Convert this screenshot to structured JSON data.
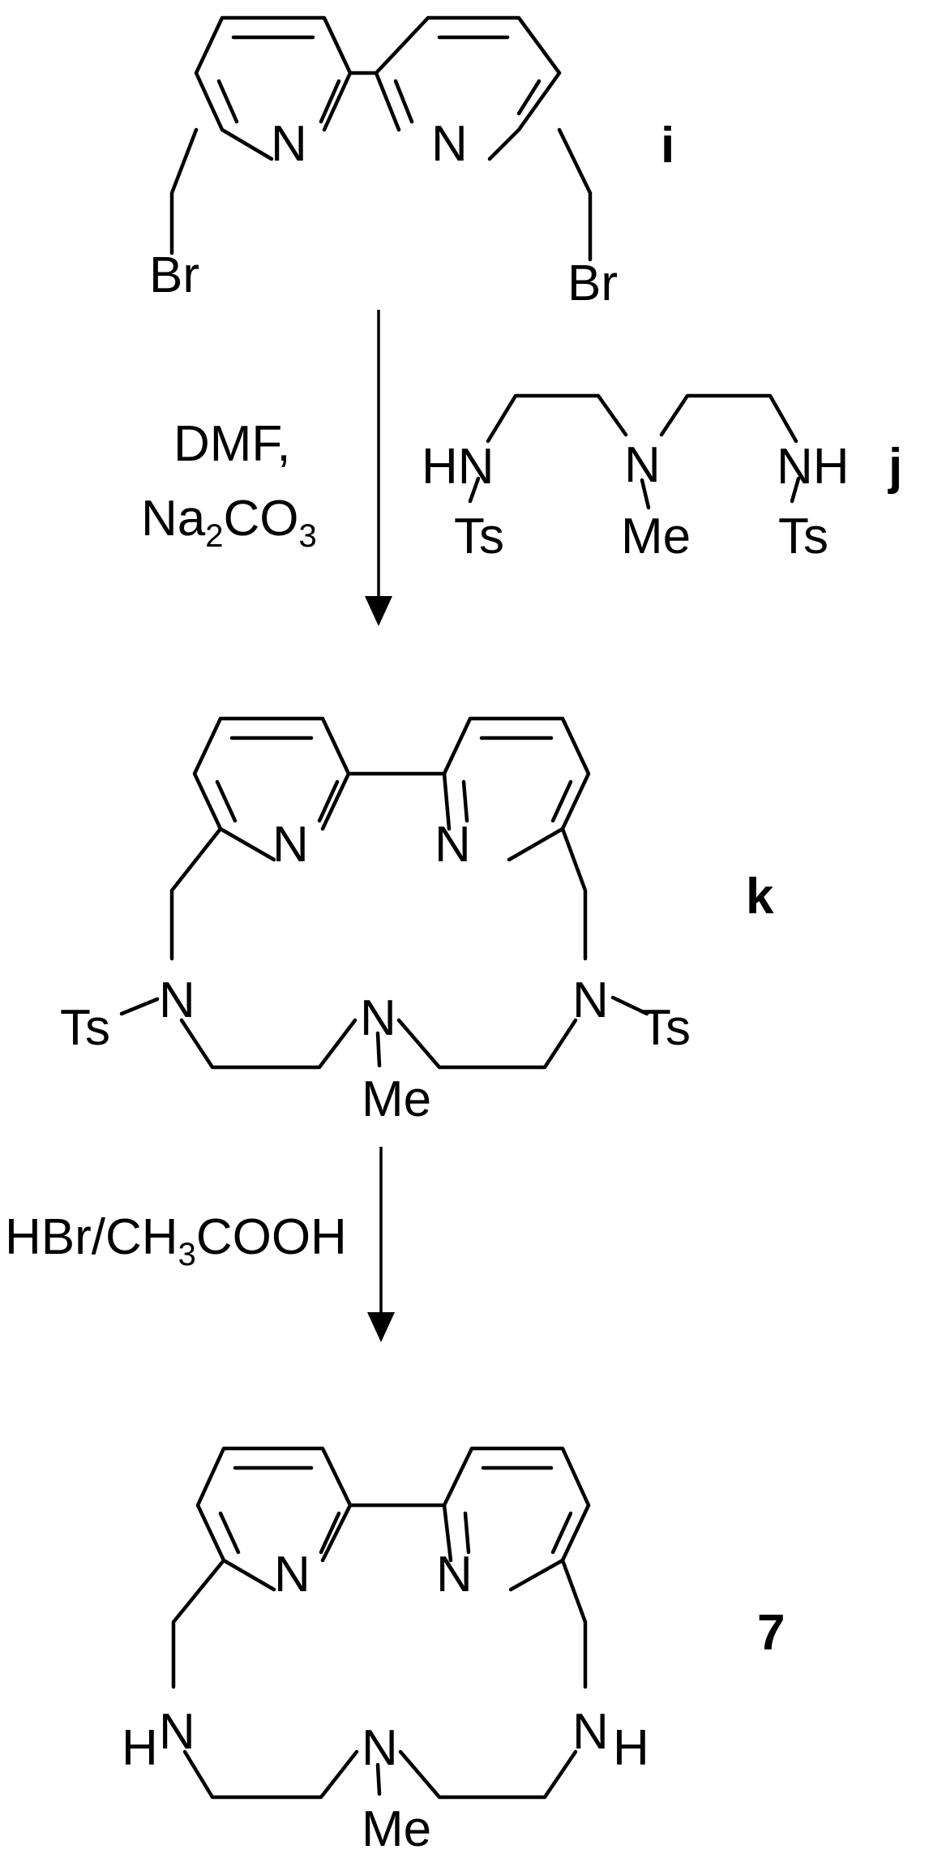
{
  "compounds": {
    "i": {
      "label": "i",
      "atoms": {
        "n_left": "N",
        "n_right": "N",
        "br_left": "Br",
        "br_right": "Br"
      }
    },
    "j": {
      "label": "j",
      "atoms": {
        "hn": "HN",
        "n_mid": "N",
        "nh": "NH",
        "ts_left": "Ts",
        "me": "Me",
        "ts_right": "Ts"
      }
    },
    "k": {
      "label": "k",
      "atoms": {
        "n_py_left": "N",
        "n_py_right": "N",
        "n_left": "N",
        "n_mid": "N",
        "n_right": "N",
        "ts_left": "Ts",
        "ts_right": "Ts",
        "me": "Me"
      }
    },
    "p7": {
      "label": "7",
      "atoms": {
        "n_py_left": "N",
        "n_py_right": "N",
        "h_left": "H",
        "n_left": "N",
        "n_mid": "N",
        "n_right": "N",
        "h_right": "H",
        "me": "Me"
      }
    }
  },
  "step1": {
    "line1": "DMF,",
    "line2": {
      "a": "Na",
      "s1": "2",
      "b": "CO",
      "s2": "3"
    }
  },
  "step2": {
    "a": "HBr/CH",
    "s1": "3",
    "b": "COOH"
  }
}
